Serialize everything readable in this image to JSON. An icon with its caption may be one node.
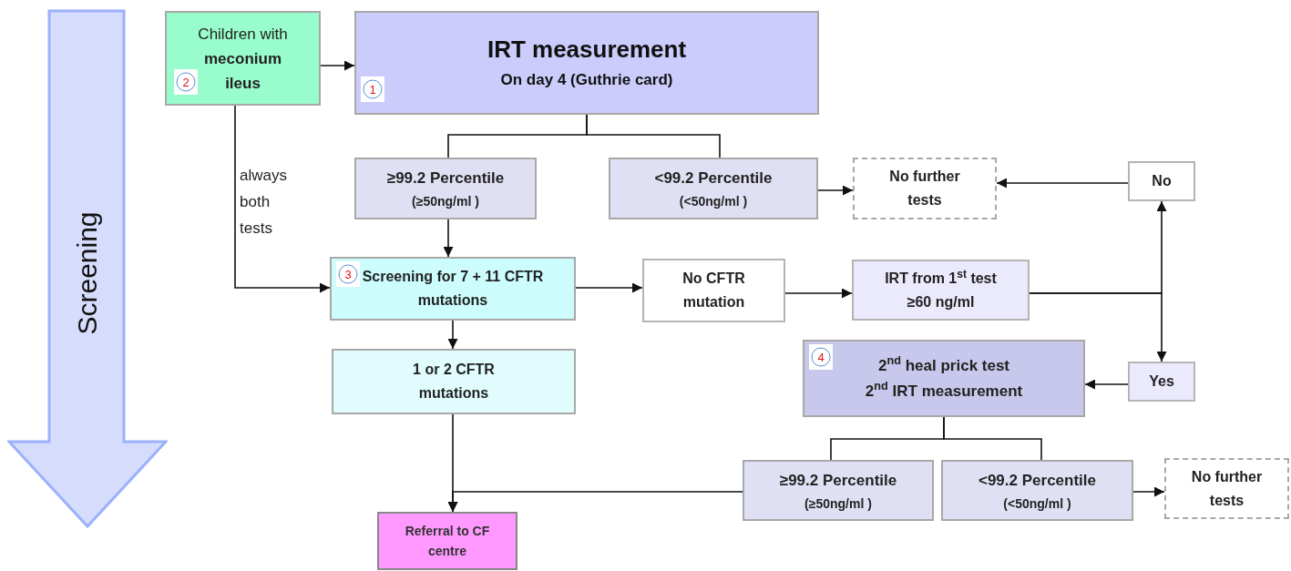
{
  "diagram": {
    "nodes": [
      {
        "text": [
          "Screening"
        ]
      },
      {
        "text": [
          "Children with **meconium ileus**"
        ]
      },
      {
        "text": [
          "2"
        ],
        "in": 1
      },
      {
        "text": [
          "IRT measurement",
          "On day 4 (Guthrie card)"
        ]
      },
      {
        "text": [
          "1"
        ],
        "in": 3
      },
      {
        "text": [
          "≥99.2 Percentile",
          "(≥50ng/ml )"
        ]
      },
      {
        "text": [
          "<99.2 Percentile",
          "(<50ng/ml )"
        ]
      },
      {
        "text": [
          "No further tests"
        ]
      },
      {
        "text": [
          "No"
        ]
      },
      {
        "text": [
          "Screening  for 7 + 11 CFTR mutations"
        ]
      },
      {
        "text": [
          "3"
        ],
        "in": 9
      },
      {
        "text": [
          "No CFTR mutation"
        ]
      },
      {
        "text": [
          "IRT from 1$^{st}$ test ≥60 ng/ml"
        ]
      },
      {
        "text": [
          "2$^{nd}$ heal prick test",
          "2$^{nd}$ IRT measurement"
        ]
      },
      {
        "text": [
          "4"
        ],
        "in": 13
      },
      {
        "text": [
          "Yes"
        ]
      },
      {
        "text": [
          "1 or 2 CFTR mutations"
        ]
      },
      {
        "text": [
          "≥99.2 Percentile",
          "(≥50ng/ml )"
        ]
      },
      {
        "text": [
          "<99.2 Percentile",
          "(<50ng/ml )"
        ]
      },
      {
        "text": [
          "No further tests"
        ]
      },
      {
        "text": [
          "Referral to CF centre"
        ]
      }
    ],
    "edges": [
      {
        "from": 1,
        "to": 3,
        "arrow": "to"
      },
      {
        "from": 1,
        "to": 9,
        "arrow": "to",
        "label": "always both tests"
      },
      {
        "from": 3,
        "to": 5,
        "arrow": "none"
      },
      {
        "from": 3,
        "to": 6,
        "arrow": "none"
      },
      {
        "from": 5,
        "to": 9,
        "arrow": "to"
      },
      {
        "from": 6,
        "to": 7,
        "arrow": "to"
      },
      {
        "from": 8,
        "to": 7,
        "arrow": "to"
      },
      {
        "from": 9,
        "to": 11,
        "arrow": "to"
      },
      {
        "from": 11,
        "to": 12,
        "arrow": "to"
      },
      {
        "from": 12,
        "to": 8,
        "arrow": "to"
      },
      {
        "from": 12,
        "to": 15,
        "arrow": "to"
      },
      {
        "from": 15,
        "to": 13,
        "arrow": "to"
      },
      {
        "from": 9,
        "to": 16,
        "arrow": "to"
      },
      {
        "from": 16,
        "to": 20,
        "arrow": "to"
      },
      {
        "from": 17,
        "to": 20,
        "arrow": "to"
      },
      {
        "from": 13,
        "to": 17,
        "arrow": "none"
      },
      {
        "from": 13,
        "to": 18,
        "arrow": "none"
      },
      {
        "from": 18,
        "to": 19,
        "arrow": "to"
      }
    ]
  }
}
